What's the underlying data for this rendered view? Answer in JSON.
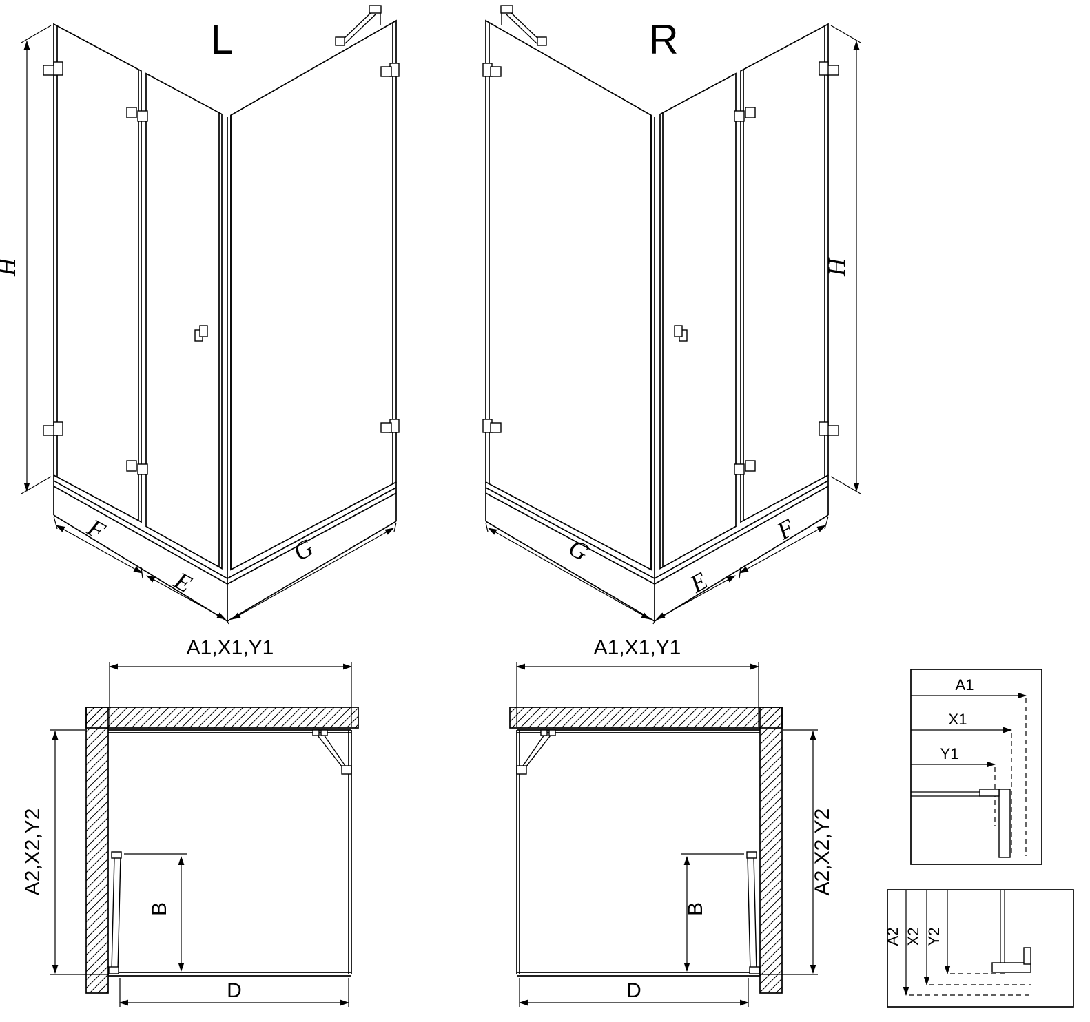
{
  "views": {
    "left_3d": {
      "label": "L",
      "dims": {
        "height": "H",
        "fixed_panel": "F",
        "door": "E",
        "side_panel": "G"
      }
    },
    "right_3d": {
      "label": "R",
      "dims": {
        "height": "H",
        "fixed_panel": "F",
        "door": "E",
        "side_panel": "G"
      }
    },
    "left_plan": {
      "dims": {
        "width_top": "A1,X1,Y1",
        "depth_side": "A2,X2,Y2",
        "door_width": "B",
        "width_bottom": "D"
      }
    },
    "right_plan": {
      "dims": {
        "width_top": "A1,X1,Y1",
        "depth_side": "A2,X2,Y2",
        "door_width": "B",
        "width_bottom": "D"
      }
    }
  },
  "details": {
    "top": {
      "labels": [
        "A1",
        "X1",
        "Y1"
      ]
    },
    "bottom": {
      "labels": [
        "A2",
        "X2",
        "Y2"
      ]
    }
  },
  "colors": {
    "line": "#000000",
    "background": "#ffffff"
  }
}
